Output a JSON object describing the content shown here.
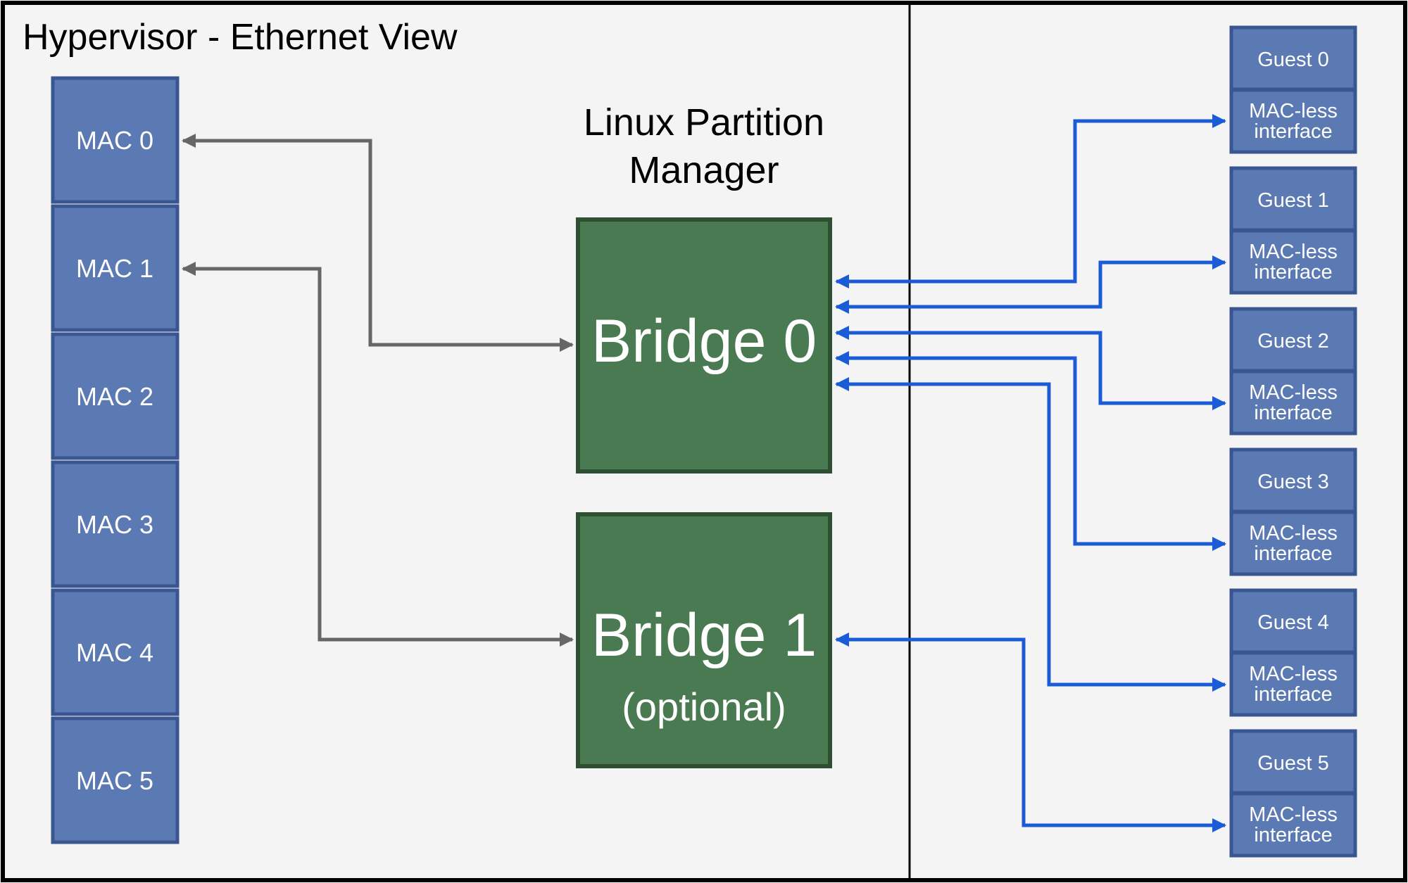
{
  "title": "Hypervisor - Ethernet View",
  "manager": {
    "line1": "Linux Partition",
    "line2": "Manager"
  },
  "macs": [
    "MAC 0",
    "MAC 1",
    "MAC 2",
    "MAC 3",
    "MAC 4",
    "MAC 5"
  ],
  "bridges": [
    {
      "label": "Bridge 0",
      "sub": ""
    },
    {
      "label": "Bridge 1",
      "sub": "(optional)"
    }
  ],
  "guests": [
    {
      "name": "Guest 0",
      "iface1": "MAC-less",
      "iface2": "interface",
      "bridge": 0
    },
    {
      "name": "Guest 1",
      "iface1": "MAC-less",
      "iface2": "interface",
      "bridge": 0
    },
    {
      "name": "Guest 2",
      "iface1": "MAC-less",
      "iface2": "interface",
      "bridge": 0
    },
    {
      "name": "Guest 3",
      "iface1": "MAC-less",
      "iface2": "interface",
      "bridge": 0
    },
    {
      "name": "Guest 4",
      "iface1": "MAC-less",
      "iface2": "interface",
      "bridge": 0
    },
    {
      "name": "Guest 5",
      "iface1": "MAC-less",
      "iface2": "interface",
      "bridge": 1
    }
  ],
  "mac_links": [
    {
      "mac": 0,
      "bridge": 0
    },
    {
      "mac": 1,
      "bridge": 1
    }
  ],
  "colors": {
    "panel_bg": "#f4f4f4",
    "border": "#000000",
    "mac_fill": "#5b79b3",
    "mac_stroke": "#3a5690",
    "bridge_fill": "#4a7a52",
    "bridge_stroke": "#2f4f33",
    "gray_connector": "#666666",
    "blue_connector": "#1a5cd6"
  }
}
